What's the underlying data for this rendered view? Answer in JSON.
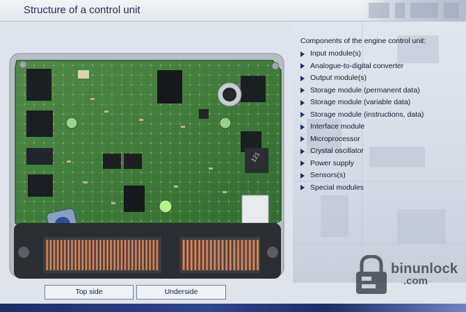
{
  "window": {
    "title": "Structure of a control unit"
  },
  "panel": {
    "heading": "Components of the engine control unit:",
    "items": [
      "Input module(s)",
      "Analogue-to-digital converter",
      "Output module(s)",
      "Storage module (permanent data)",
      "Storage module (variable data)",
      "Storage module (instructions, data)",
      "Interface module",
      "Microprocessor",
      "Crystal oscillator",
      "Power supply",
      "Sensors(s)",
      "Special modules"
    ]
  },
  "view_buttons": {
    "top": "Top side",
    "under": "Underside"
  },
  "board": {
    "chip_label": "121"
  },
  "watermark": {
    "line1": "binunlock",
    "line2": ".com"
  },
  "colors": {
    "title_text": "#1b2b5a",
    "board_green": "#3f7a3a",
    "connector_copper": "#c0704e",
    "footer_blue": "#1b2c66"
  }
}
